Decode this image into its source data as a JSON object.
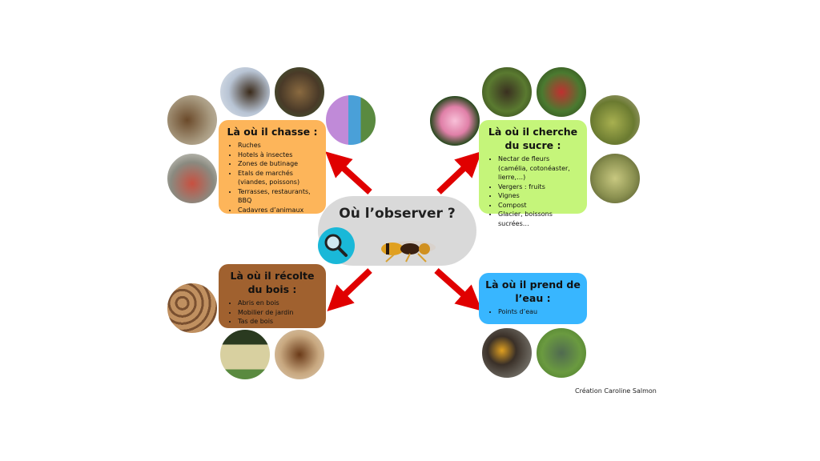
{
  "center": {
    "title": "Où l’observer ?"
  },
  "chasse": {
    "title": "Là où il chasse :",
    "items": [
      "Ruches",
      "Hotels à insectes",
      "Zones de butinage",
      "Etals de marchés (viandes, poissons)",
      "Terrasses, restaurants, BBQ",
      "Cadavres d’animaux"
    ],
    "color": "#fdb55a"
  },
  "sucre": {
    "title": "Là où il cherche du sucre :",
    "items": [
      "Nectar de fleurs (camélia, cotonéaster, lierre,…)",
      "Vergers : fruits",
      "Vignes",
      "Compost",
      "Glacier, boissons sucrées…"
    ],
    "color": "#c5f57a"
  },
  "bois": {
    "title": "Là où il récolte du bois :",
    "items": [
      "Abris en bois",
      "Mobilier de jardin",
      "Tas de bois"
    ],
    "color": "#a0612f"
  },
  "eau": {
    "title": "Là où il prend de l’eau :",
    "items": [
      "Points d’eau"
    ],
    "color": "#38b6ff"
  },
  "credit": "Création Caroline Salmon"
}
